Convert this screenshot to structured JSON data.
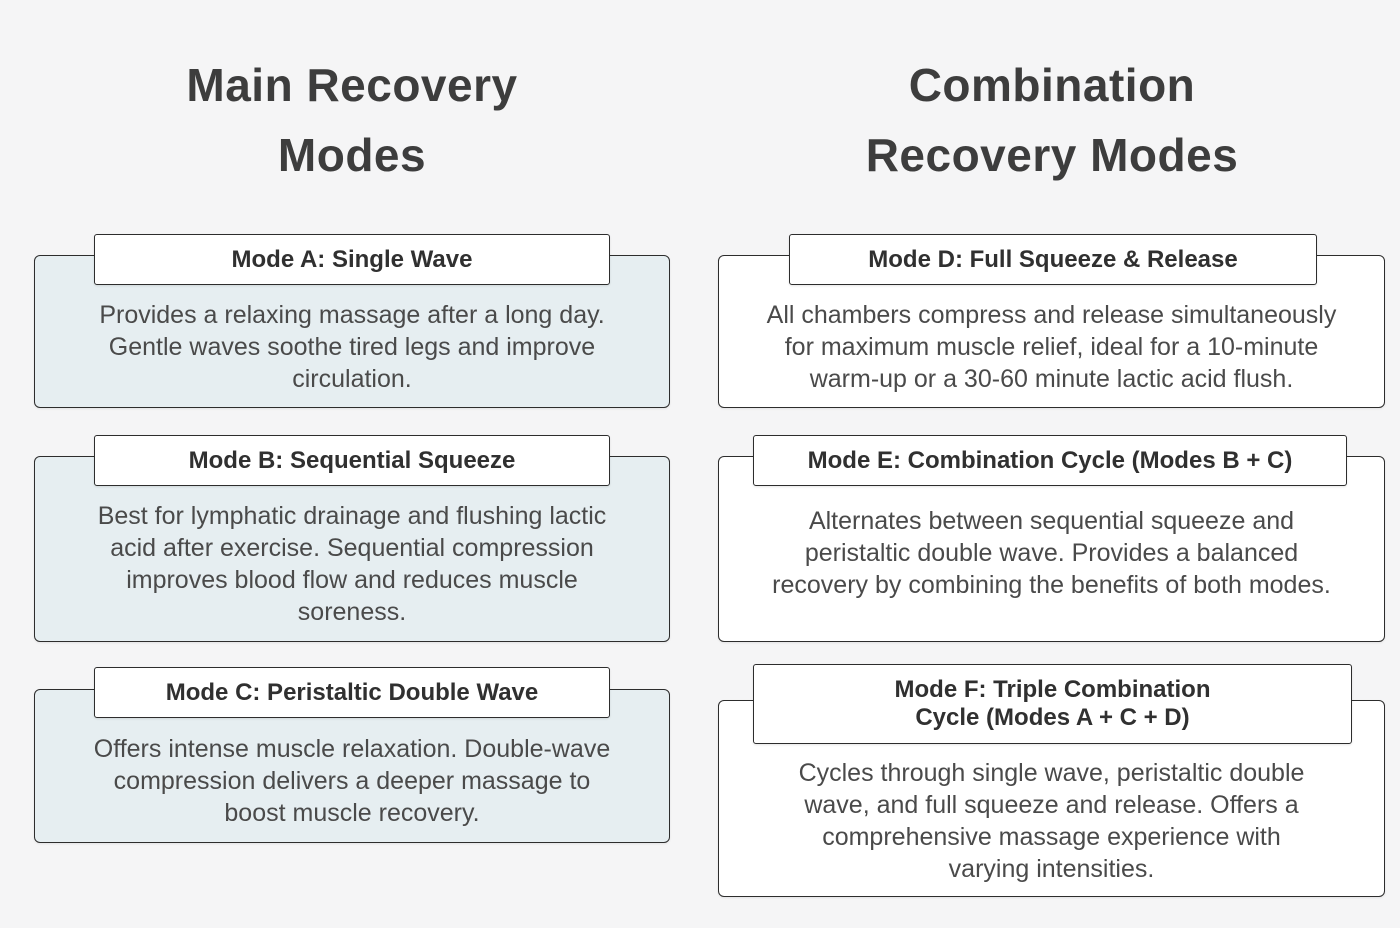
{
  "page": {
    "colors": {
      "bg": "#f5f5f6",
      "border": "#2d2d2d",
      "heading": "#3d3d3d",
      "title_text": "#303030",
      "body_text": "#4a4a4a",
      "fill_left": "#e6eef1",
      "fill_right": "#ffffff",
      "box_bg": "#ffffff"
    }
  },
  "columns": {
    "left": {
      "heading_lines": [
        "Main Recovery",
        "Modes"
      ]
    },
    "right": {
      "heading_lines": [
        "Combination",
        "Recovery Modes"
      ]
    }
  },
  "cards": [
    {
      "id": "A",
      "title_lines": [
        "Mode A: Single Wave"
      ],
      "body_lines": [
        "Provides a relaxing massage after a long day.",
        "Gentle waves soothe tired legs and improve",
        "circulation."
      ]
    },
    {
      "id": "B",
      "title_lines": [
        "Mode B: Sequential Squeeze"
      ],
      "body_lines": [
        "Best for lymphatic drainage and flushing lactic",
        "acid after exercise. Sequential compression",
        "improves blood flow and reduces muscle",
        "soreness."
      ]
    },
    {
      "id": "C",
      "title_lines": [
        "Mode C: Peristaltic Double Wave"
      ],
      "body_lines": [
        "Offers intense muscle relaxation. Double-wave",
        "compression delivers a deeper massage to",
        "boost muscle recovery."
      ]
    },
    {
      "id": "D",
      "title_lines": [
        "Mode D: Full Squeeze & Release"
      ],
      "body_lines": [
        "All chambers compress and release simultaneously",
        "for maximum muscle relief, ideal for a 10-minute",
        "warm-up or a 30-60 minute lactic acid flush."
      ]
    },
    {
      "id": "E",
      "title_lines": [
        "Mode E: Combination Cycle (Modes B + C)"
      ],
      "body_lines": [
        "Alternates between sequential squeeze and",
        "peristaltic double wave. Provides a balanced",
        "recovery by combining the benefits of both modes."
      ]
    },
    {
      "id": "F",
      "title_lines": [
        "Mode F: Triple Combination",
        "Cycle (Modes A + C + D)"
      ],
      "body_lines": [
        "Cycles through single wave, peristaltic double",
        "wave, and full squeeze and release. Offers a",
        "comprehensive massage experience with",
        "varying intensities."
      ]
    }
  ]
}
